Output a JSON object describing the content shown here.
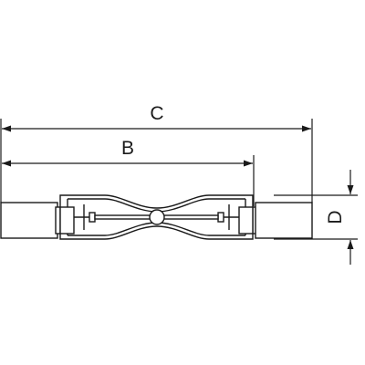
{
  "diagram": {
    "dimensions": {
      "overall_length": {
        "label": "C"
      },
      "contact_span": {
        "label": "B"
      },
      "diameter": {
        "label": "D"
      }
    }
  }
}
